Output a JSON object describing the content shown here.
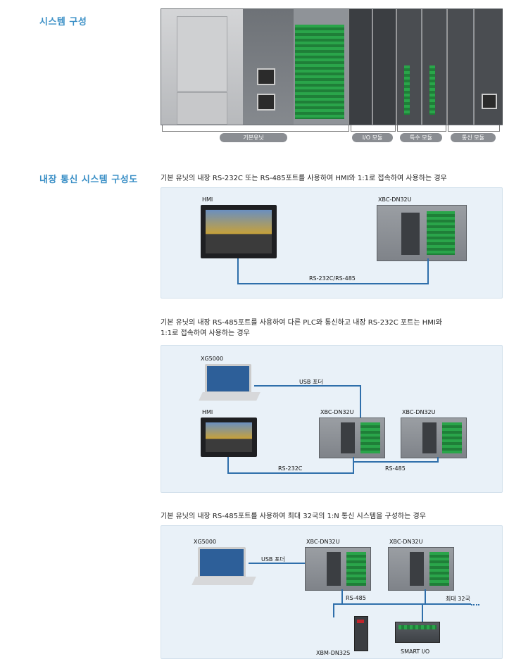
{
  "section1": {
    "title": "시스템 구성",
    "groups": [
      "기본유닛",
      "I/O 모듈",
      "특수 모듈",
      "통신 모듈"
    ]
  },
  "section2": {
    "title": "내장 통신 시스템 구성도",
    "diagram1": {
      "caption": "기본 유닛의 내장 RS-232C 또는 RS-485포트를 사용하여 HMI와 1:1로 접속하여 사용하는 경우",
      "hmi_label": "HMI",
      "plc_label": "XBC-DN32U",
      "link_label": "RS-232C/RS-485"
    },
    "diagram2": {
      "caption_line1": "기본 유닛의 내장 RS-485포트를 사용하여 다른 PLC와 통신하고 내장 RS-232C 포트는 HMI와",
      "caption_line2": "1:1로 접속하여 사용하는 경우",
      "pc_label": "XG5000",
      "usb_label": "USB 포더",
      "hmi_label": "HMI",
      "plc1_label": "XBC-DN32U",
      "plc2_label": "XBC-DN32U",
      "rs232_label": "RS-232C",
      "rs485_label": "RS-485"
    },
    "diagram3": {
      "caption": "기본 유닛의 내장 RS-485포트를 사용하여 최대 32국의 1:N 통신 시스템을 구성하는 경우",
      "pc_label": "XG5000",
      "usb_label": "USB 포더",
      "plc1_label": "XBC-DN32U",
      "plc2_label": "XBC-DN32U",
      "rs485_label": "RS-485",
      "max_label": "최대 32국",
      "dev1_label": "XBM-DN32S",
      "dev2_label": "SMART I/O"
    }
  },
  "colors": {
    "accent": "#3a8fc6",
    "wire": "#2f6fab",
    "panel": "#e9f1f8"
  }
}
